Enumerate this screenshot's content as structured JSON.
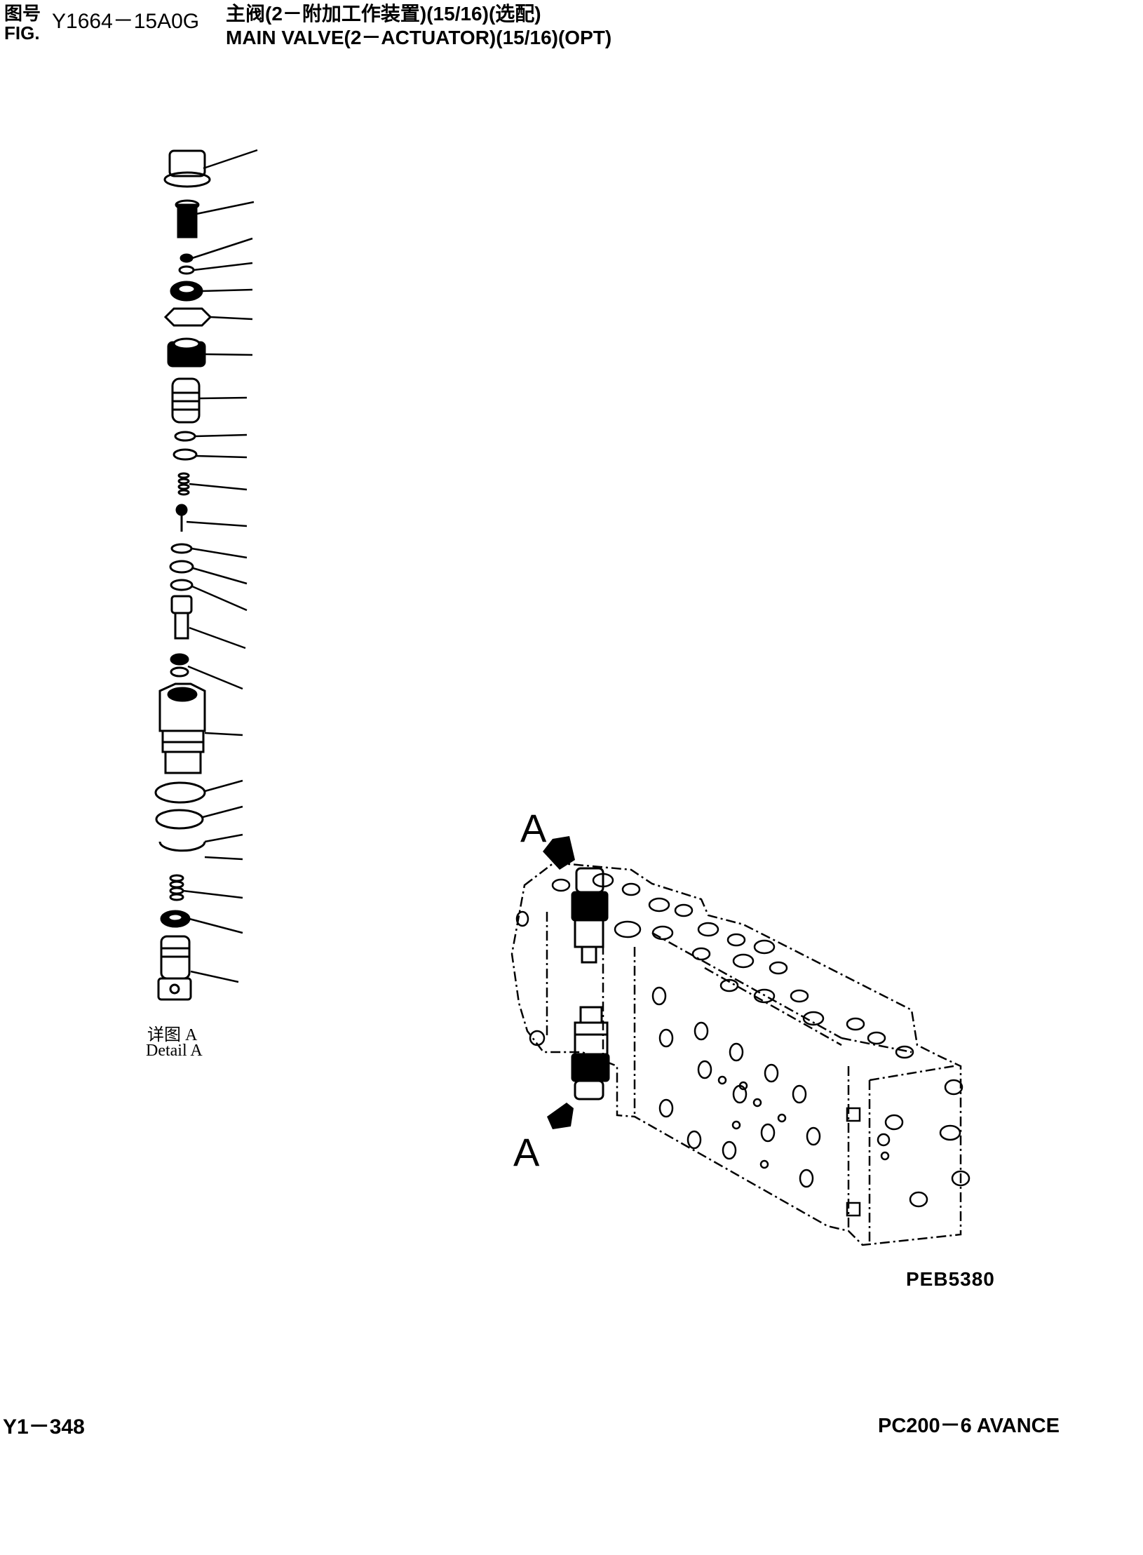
{
  "header": {
    "fig_label_cn": "图号",
    "fig_label_en": "FIG.",
    "fig_number": "Y1664－15A0G",
    "title_cn": "主阀(2－附加工作装置)(15/16)(选配)",
    "title_en": "MAIN VALVE(2－ACTUATOR)(15/16)(OPT)"
  },
  "detail_view": {
    "label_cn": "详图 A",
    "label_en": "Detail A"
  },
  "assembly_view": {
    "callout_top": "A",
    "callout_bottom": "A",
    "figure_code": "PEB5380"
  },
  "footer": {
    "page_number": "Y1－348",
    "model": "PC200－6 AVANCE"
  }
}
